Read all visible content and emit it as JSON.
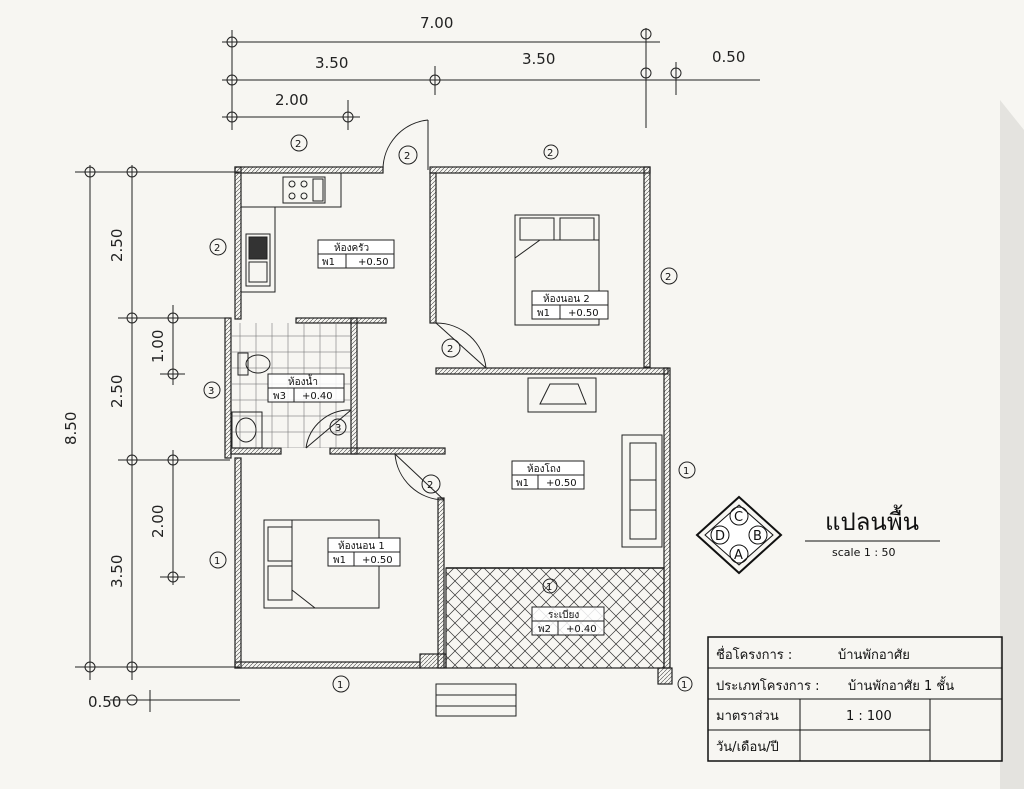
{
  "dimensions": {
    "top_total": "7.00",
    "top_left": "3.50",
    "top_right": "3.50",
    "top_extra": "0.50",
    "top_small": "2.00",
    "left_total": "8.50",
    "left_a": "2.50",
    "left_b": "2.50",
    "left_c": "3.50",
    "left_d": "1.00",
    "left_e": "2.00",
    "bottom_extra": "0.50"
  },
  "rooms": {
    "kitchen": {
      "name": "ห้องครัว",
      "code": "พ1",
      "level": "+0.50"
    },
    "bedroom2": {
      "name": "ห้องนอน 2",
      "code": "พ1",
      "level": "+0.50"
    },
    "bathroom": {
      "name": "ห้องน้ำ",
      "code": "พ3",
      "level": "+0.40"
    },
    "living": {
      "name": "ห้องโถง",
      "code": "พ1",
      "level": "+0.50"
    },
    "bedroom1": {
      "name": "ห้องนอน 1",
      "code": "พ1",
      "level": "+0.50"
    },
    "veranda": {
      "name": "ระเบียง",
      "code": "พ2",
      "level": "+0.40"
    }
  },
  "door_tags": [
    "2",
    "2",
    "2",
    "3"
  ],
  "elevation_markers": [
    "1",
    "1",
    "1",
    "1",
    "1",
    "2",
    "2",
    "2",
    "2",
    "3"
  ],
  "compass": {
    "top": "C",
    "left": "D",
    "right": "B",
    "bottom": "A"
  },
  "drawing": {
    "title": "แปลนพื้น",
    "scale": "scale   1 : 50"
  },
  "title_block": {
    "project_label": "ชื่อโครงการ :",
    "project_value": "บ้านพักอาศัย",
    "type_label": "ประเภทโครงการ :",
    "type_value": "บ้านพักอาศัย 1 ชั้น",
    "scale_label": "มาตราส่วน",
    "scale_value": "1 : 100",
    "date_label": "วัน/เดือน/ปี",
    "date_value": ""
  }
}
